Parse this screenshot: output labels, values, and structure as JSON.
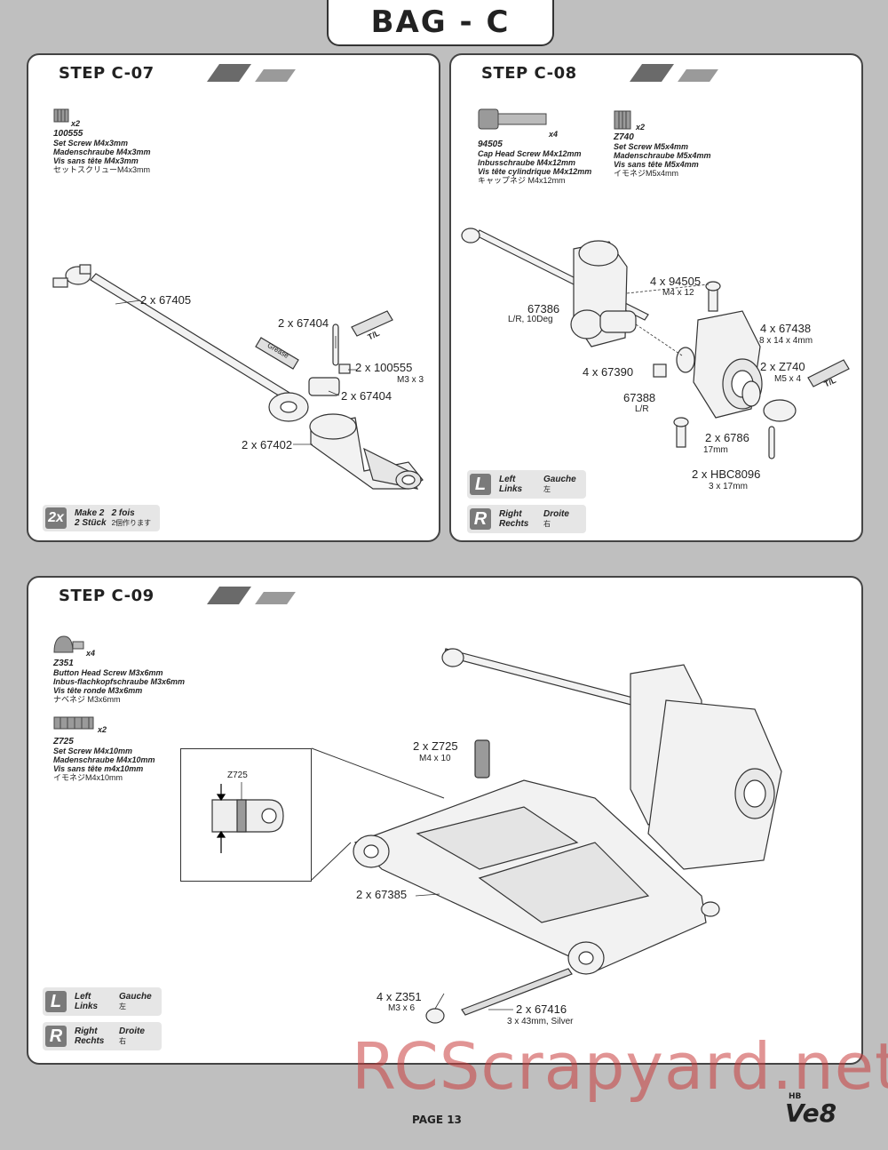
{
  "bag_title": "BAG - C",
  "page": "PAGE 13",
  "watermark": "RCScrapyard.net",
  "logo_text": "HB Ve8",
  "steps": {
    "c07": {
      "title": "STEP C-07",
      "part": {
        "qty": "x2",
        "number": "100555",
        "en": "Set Screw M4x3mm",
        "de": "Madenschraube M4x3mm",
        "fr": "Vis sans tête M4x3mm",
        "jp": "セットスクリューM4x3mm"
      },
      "callouts": {
        "a": "2 x 67405",
        "b": "2 x 67404",
        "c": "2 x 100555",
        "c_sub": "M3 x 3",
        "d": "2 x 67404",
        "e": "2 x 67402"
      },
      "grease_label": "Grease",
      "tl_label": "T/L",
      "make": {
        "badge": "2x",
        "en": "Make 2",
        "de": "2 Stück",
        "fr": "2 fois",
        "jp": "2個作ります"
      }
    },
    "c08": {
      "title": "STEP C-08",
      "parts": [
        {
          "qty": "x4",
          "number": "94505",
          "en": "Cap Head Screw M4x12mm",
          "de": "Inbusschraube M4x12mm",
          "fr": "Vis tête  cylindrique M4x12mm",
          "jp": "キャップネジ M4x12mm"
        },
        {
          "qty": "x2",
          "number": "Z740",
          "en": "Set Screw M5x4mm",
          "de": "Madenschraube M5x4mm",
          "fr": "Vis sans tête M5x4mm",
          "jp": "イモネジM5x4mm"
        }
      ],
      "callouts": {
        "a": "4 x 94505",
        "a_sub": "M4 x 12",
        "b": "67386",
        "b_sub": "L/R, 10Deg",
        "c": "4 x 67438",
        "c_sub": "8 x 14 x 4mm",
        "d": "2 x Z740",
        "d_sub": "M5 x 4",
        "e": "4 x 67390",
        "f": "67388",
        "f_sub": "L/R",
        "g": "2 x 6786",
        "g_sub": "17mm",
        "h": "2 x HBC8096",
        "h_sub": "3 x 17mm"
      },
      "tl_label": "T/L",
      "left": {
        "badge": "L",
        "en": "Left",
        "de": "Links",
        "fr": "Gauche",
        "jp": "左"
      },
      "right": {
        "badge": "R",
        "en": "Right",
        "de": "Rechts",
        "fr": "Droite",
        "jp": "右"
      }
    },
    "c09": {
      "title": "STEP C-09",
      "parts": [
        {
          "qty": "x4",
          "number": "Z351",
          "en": "Button Head Screw M3x6mm",
          "de": "Inbus-flachkopfschraube M3x6mm",
          "fr": "Vis tête ronde M3x6mm",
          "jp": "ナベネジ M3x6mm"
        },
        {
          "qty": "x2",
          "number": "Z725",
          "en": "Set Screw M4x10mm",
          "de": "Madenschraube M4x10mm",
          "fr": "Vis sans tête m4x10mm",
          "jp": "イモネジM4x10mm"
        }
      ],
      "detail_label": "Z725",
      "callouts": {
        "a": "2 x Z725",
        "a_sub": "M4 x 10",
        "b": "2 x 67385",
        "c": "4 x Z351",
        "c_sub": "M3 x 6",
        "d": "2 x 67416",
        "d_sub": "3 x 43mm, Silver"
      },
      "left": {
        "badge": "L",
        "en": "Left",
        "de": "Links",
        "fr": "Gauche",
        "jp": "左"
      },
      "right": {
        "badge": "R",
        "en": "Right",
        "de": "Rechts",
        "fr": "Droite",
        "jp": "右"
      }
    }
  }
}
